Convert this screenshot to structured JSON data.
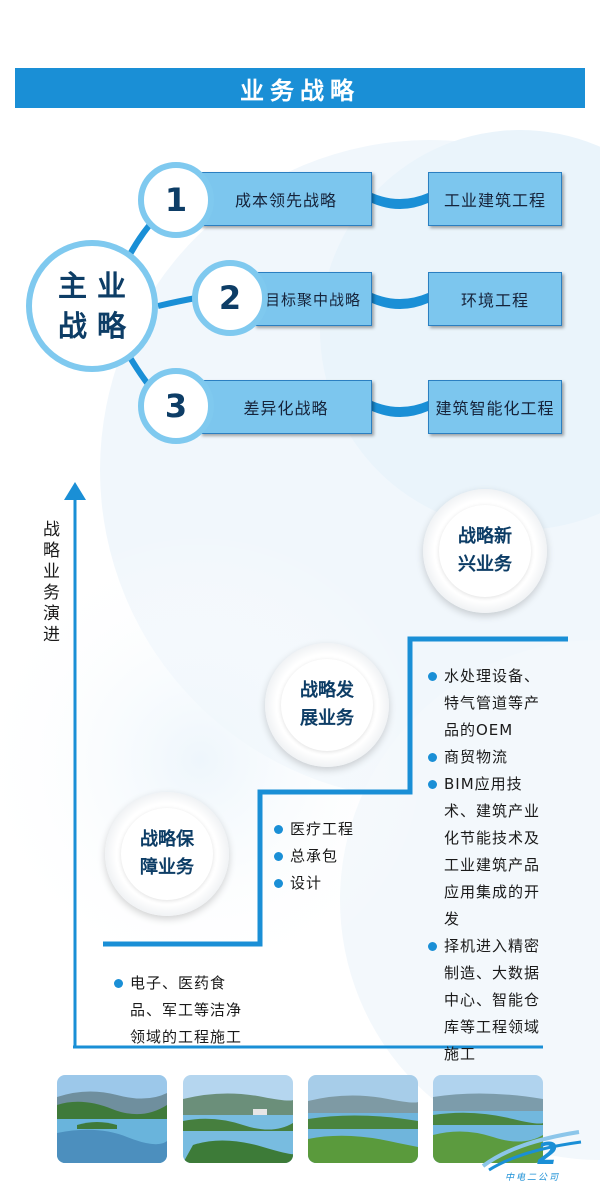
{
  "header": {
    "title": "业务战略"
  },
  "main_circle": {
    "text": "主业战略"
  },
  "strategies": [
    {
      "number": "1",
      "strategy": "成本领先战略",
      "result": "工业建筑工程"
    },
    {
      "number": "2",
      "strategy": "目标聚中战略",
      "result": "环境工程"
    },
    {
      "number": "3",
      "strategy": "差异化战略",
      "result": "建筑智能化工程"
    }
  ],
  "axis": {
    "label": "战略业务演进"
  },
  "business": {
    "guarantee": {
      "title": "战略保障业务",
      "items": [
        "电子、医药食品、军工等洁净领域的工程施工"
      ]
    },
    "development": {
      "title": "战略发展业务",
      "items": [
        "医疗工程",
        "总承包",
        "设计"
      ]
    },
    "emerging": {
      "title": "战略新兴业务",
      "items": [
        "水处理设备、特气管道等产品的OEM",
        "商贸物流",
        "BIM应用技术、建筑产业化节能技术及工业建筑产品应用集成的开发",
        "择机进入精密制造、大数据中心、智能仓库等工程领域施工"
      ]
    }
  },
  "photos": [
    "lake-photo",
    "lake-photo",
    "lake-photo",
    "lake-photo"
  ],
  "logo": {
    "caption": "中电二公司"
  },
  "colors": {
    "primary_blue": "#1a8fd6",
    "light_blue": "#7cc6ee",
    "dark_text_blue": "#0d3d66"
  }
}
